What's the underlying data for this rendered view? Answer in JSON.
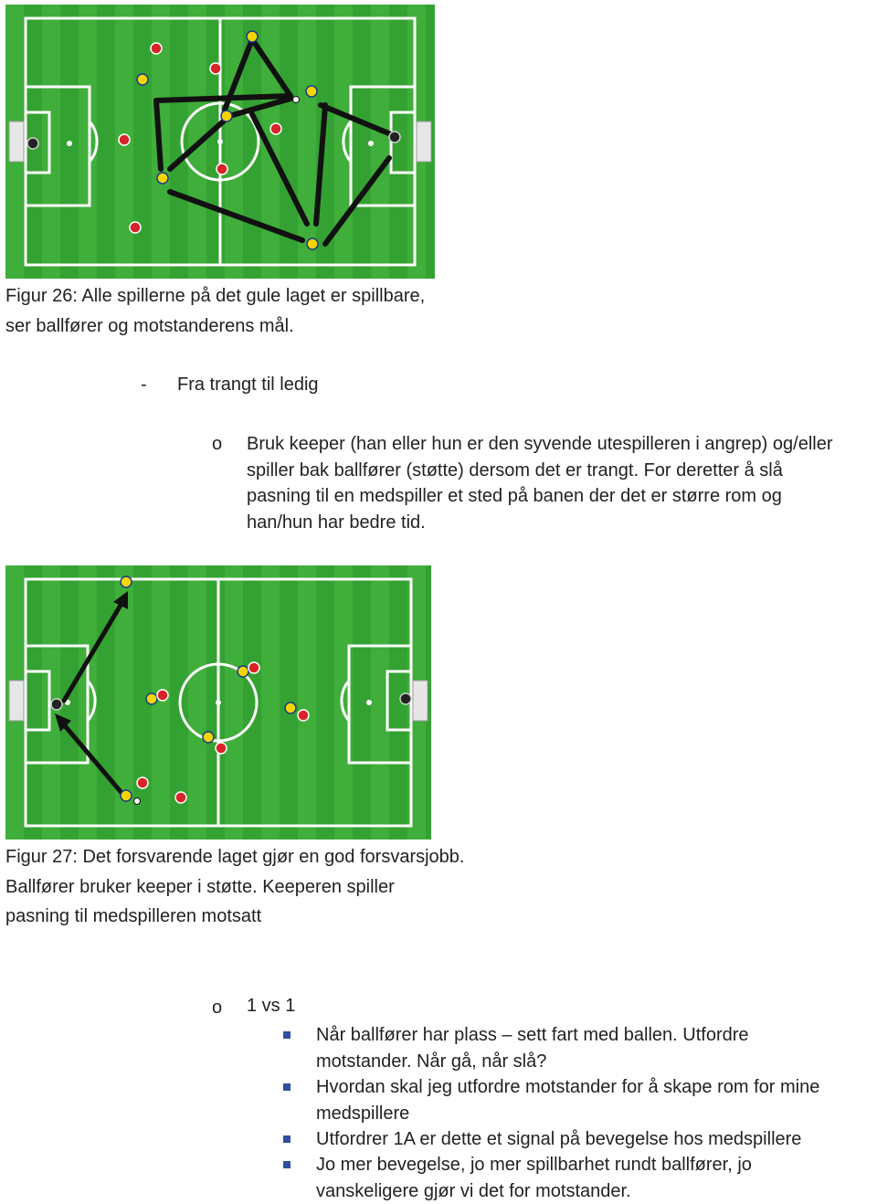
{
  "figures": [
    {
      "caption_lines": [
        "Figur 26: Alle spillerne på det gule laget er spillbare,",
        "ser ballfører og  motstanderens mål."
      ]
    },
    {
      "caption_lines": [
        "Figur 27: Det forsvarende laget gjør en god forsvarsjobb.",
        "Ballfører bruker keeper i støtte. Keeperen spiller",
        "pasning til medspilleren motsatt"
      ]
    }
  ],
  "section": {
    "dash": "-",
    "heading": "Fra trangt til ledig",
    "subitem": {
      "marker": "o",
      "lines": [
        "Bruk keeper (han eller hun er den syvende utespilleren i angrep) og/eller",
        "spiller bak ballfører (støtte) dersom det er trangt. For deretter å slå",
        "pasning til en medspiller et sted på banen der det er større rom og",
        "han/hun har bedre tid."
      ]
    }
  },
  "onevsone": {
    "marker": "o",
    "heading": "1 vs 1",
    "bullets": [
      [
        "Når ballfører har plass – sett fart med ballen. Utfordre",
        "motstander. Når gå, når slå?"
      ],
      [
        "Hvordan skal jeg utfordre motstander for å skape rom for mine",
        "medspillere"
      ],
      [
        "Utfordrer 1A er dette et signal på bevegelse hos medspillere"
      ],
      [
        "Jo mer bevegelse, jo mer spillbarhet rundt ballfører, jo",
        "vanskeligere gjør vi det for motstander."
      ]
    ]
  },
  "colors": {
    "pitch_light": "#3fae3a",
    "pitch_dark": "#2f9a2d",
    "yellow_team": "#f4d500",
    "red_team": "#d8232a",
    "keeper": "#222222",
    "bullet": "#2f4fa0"
  }
}
